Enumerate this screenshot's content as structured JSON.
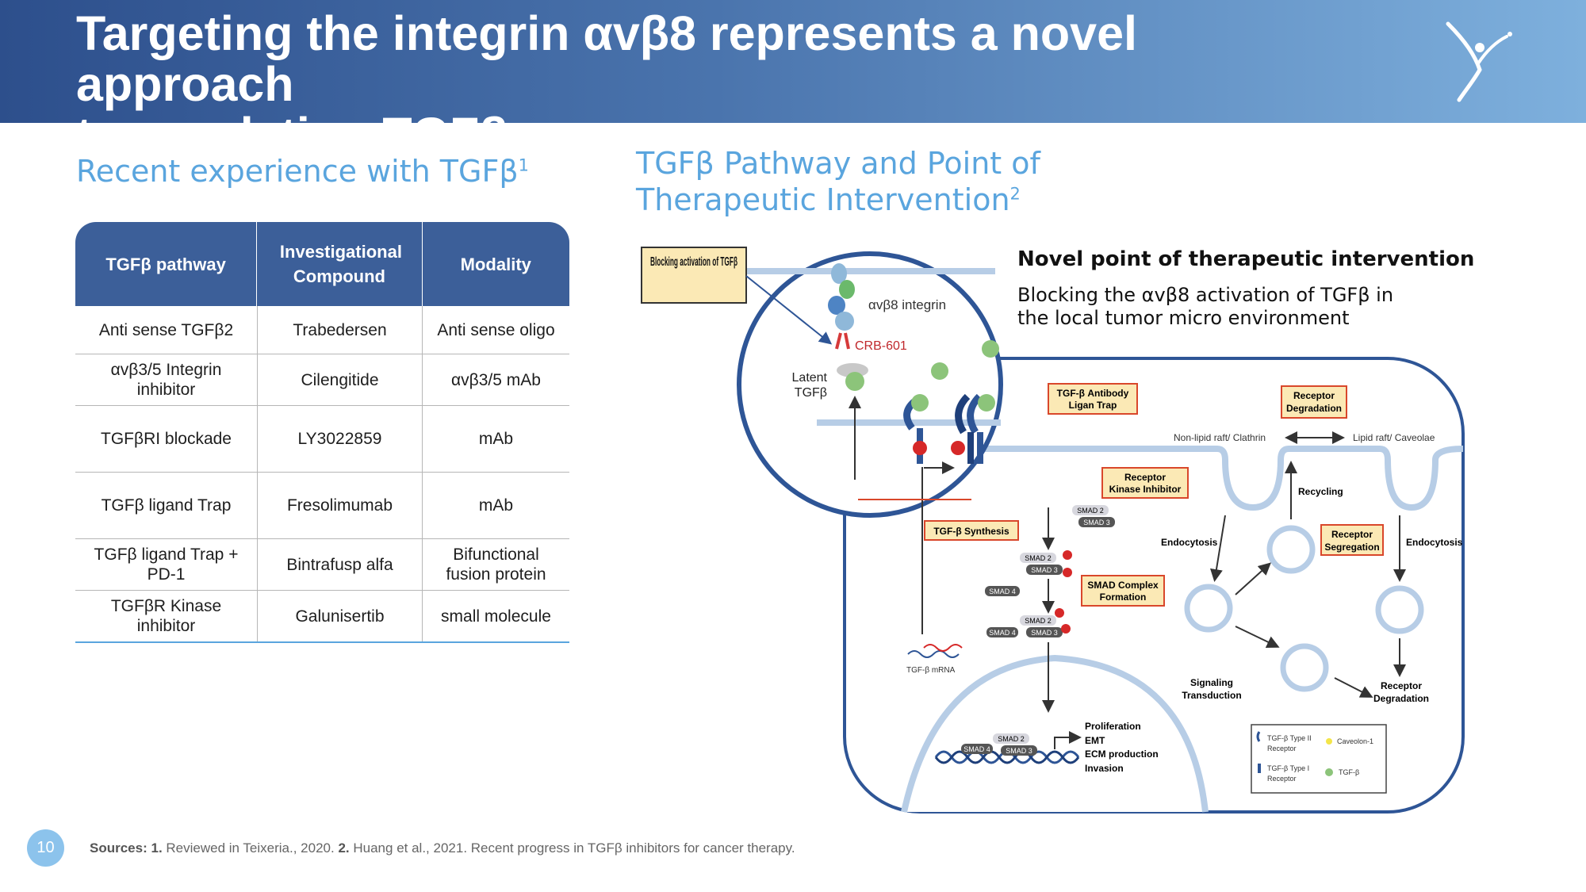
{
  "header": {
    "title_line1": "Targeting the integrin αvβ8 represents a novel approach",
    "title_line2": "to regulating TGFβ"
  },
  "left_section": {
    "heading": "Recent experience with TGFβ",
    "heading_sup": "1"
  },
  "right_section": {
    "heading_line1": "TGFβ Pathway and Point of",
    "heading_line2": "Therapeutic Intervention",
    "heading_sup": "2"
  },
  "table": {
    "headers": [
      "TGFβ pathway",
      "Investigational Compound",
      "Modality"
    ],
    "rows": [
      [
        "Anti sense TGFβ2",
        "Trabedersen",
        "Anti sense oligo"
      ],
      [
        "αvβ3/5 Integrin inhibitor",
        "Cilengitide",
        "αvβ3/5 mAb"
      ],
      [
        "TGFβRI blockade",
        "LY3022859",
        "mAb"
      ],
      [
        "TGFβ ligand Trap",
        "Fresolimumab",
        "mAb"
      ],
      [
        "TGFβ ligand Trap + PD-1",
        "Bintrafusp alfa",
        "Bifunctional fusion protein"
      ],
      [
        "TGFβR Kinase inhibitor",
        "Galunisertib",
        "small molecule"
      ]
    ]
  },
  "novel": {
    "heading": "Novel point of therapeutic intervention",
    "text": "Blocking the αvβ8 activation of TGFβ in the local tumor micro environment"
  },
  "diagram": {
    "blocking_box": "Blocking activation of TGFβ",
    "integrin_label": "αvβ8 integrin",
    "crb_label": "CRB-601",
    "latent_label_1": "Latent",
    "latent_label_2": "TGFβ",
    "antibody_trap_1": "TGF-β Antibody",
    "antibody_trap_2": "Ligan Trap",
    "receptor_degradation_1": "Receptor",
    "receptor_degradation_2": "Degradation",
    "non_lipid": "Non-lipid raft/ Clathrin",
    "lipid_raft": "Lipid raft/ Caveolae",
    "kinase_inhibitor_1": "Receptor",
    "kinase_inhibitor_2": "Kinase Inhibitor",
    "synthesis": "TGF-β Synthesis",
    "smad2": "SMAD 2",
    "smad3": "SMAD 3",
    "smad4": "SMAD 4",
    "smad_complex_1": "SMAD Complex",
    "smad_complex_2": "Formation",
    "endocytosis": "Endocytosis",
    "recycling": "Recycling",
    "segregation_1": "Receptor",
    "segregation_2": "Segregation",
    "signaling_1": "Signaling",
    "signaling_2": "Transduction",
    "receptor_deg2_1": "Receptor",
    "receptor_deg2_2": "Degradation",
    "mrna": "TGF-β mRNA",
    "outcomes": [
      "Proliferation",
      "EMT",
      "ECM production",
      "Invasion"
    ],
    "legend": {
      "type2_1": "TGF-β Type II",
      "type2_2": "Receptor",
      "type1_1": "TGF-β Type I",
      "type1_2": "Receptor",
      "caveolin": "Caveolon-1",
      "tgfb": "TGF-β"
    }
  },
  "footer": {
    "page_number": "10",
    "sources_label": "Sources:",
    "src1_num": "1.",
    "src1_text": "Reviewed in Teixeria., 2020.",
    "src2_num": "2.",
    "src2_text": "Huang et al., 2021. Recent progress in TGFβ inhibitors for cancer therapy."
  },
  "colors": {
    "header_dark": "#2d4f8c",
    "header_light": "#7eb0dd",
    "accent": "#5aa5de",
    "table_header": "#3c5f99",
    "diagram_blue": "#2e5596",
    "label_box": "#fbe9b5",
    "label_border": "#d9472b"
  }
}
